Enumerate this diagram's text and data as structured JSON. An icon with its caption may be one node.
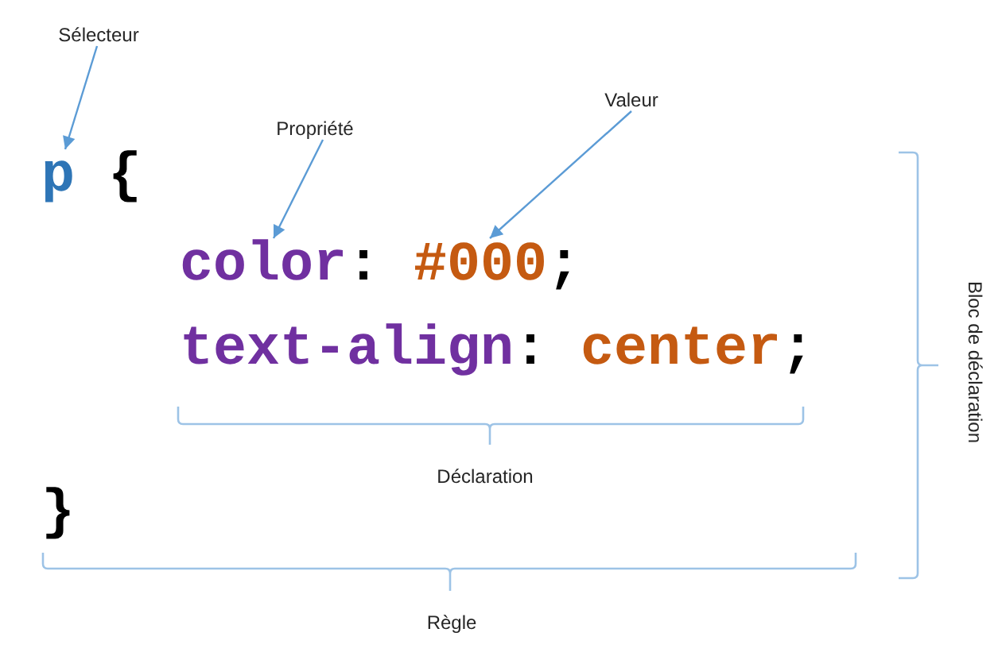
{
  "diagram": {
    "nodes": [
      {
        "text": [
          "Sélecteur"
        ]
      },
      {
        "text": [
          "Valeur"
        ]
      },
      {
        "text": [
          "Propriété"
        ]
      },
      {
        "text": [
          "p"
        ]
      },
      {
        "text": [
          "color"
        ]
      },
      {
        "text": [
          "#000"
        ]
      }
    ],
    "edges": [
      {
        "from": 0,
        "to": 3,
        "arrow": "to"
      },
      {
        "from": 2,
        "to": 4,
        "arrow": "to"
      },
      {
        "from": 1,
        "to": 5,
        "arrow": "to"
      }
    ],
    "labels": [
      "{",
      ":",
      ";",
      "text-align",
      ":",
      "center",
      ";",
      "Bloc de déclaration",
      "Déclaration",
      "}",
      "Règle"
    ]
  }
}
